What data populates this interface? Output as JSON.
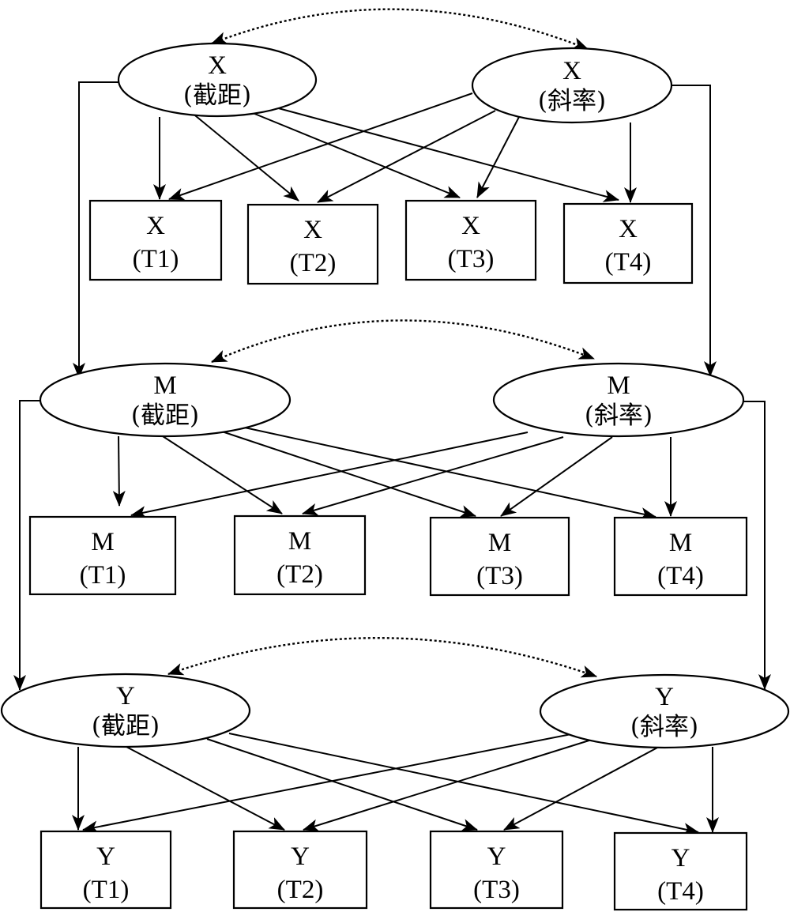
{
  "diagram": {
    "type": "latent growth mediation model (path diagram)",
    "colors": {
      "stroke": "#000000",
      "fill": "#ffffff",
      "background": "#ffffff"
    },
    "latent_factors": [
      {
        "id": "X_int",
        "variable": "X",
        "factor": "(截距)",
        "factor_meaning": "intercept"
      },
      {
        "id": "X_slope",
        "variable": "X",
        "factor": "(斜率)",
        "factor_meaning": "slope"
      },
      {
        "id": "M_int",
        "variable": "M",
        "factor": "(截距)",
        "factor_meaning": "intercept"
      },
      {
        "id": "M_slope",
        "variable": "M",
        "factor": "(斜率)",
        "factor_meaning": "slope"
      },
      {
        "id": "Y_int",
        "variable": "Y",
        "factor": "(截距)",
        "factor_meaning": "intercept"
      },
      {
        "id": "Y_slope",
        "variable": "Y",
        "factor": "(斜率)",
        "factor_meaning": "slope"
      }
    ],
    "observed": [
      {
        "id": "X_T1",
        "variable": "X",
        "time": "(T1)"
      },
      {
        "id": "X_T2",
        "variable": "X",
        "time": "(T2)"
      },
      {
        "id": "X_T3",
        "variable": "X",
        "time": "(T3)"
      },
      {
        "id": "X_T4",
        "variable": "X",
        "time": "(T4)"
      },
      {
        "id": "M_T1",
        "variable": "M",
        "time": "(T1)"
      },
      {
        "id": "M_T2",
        "variable": "M",
        "time": "(T2)"
      },
      {
        "id": "M_T3",
        "variable": "M",
        "time": "(T3)"
      },
      {
        "id": "M_T4",
        "variable": "M",
        "time": "(T4)"
      },
      {
        "id": "Y_T1",
        "variable": "Y",
        "time": "(T1)"
      },
      {
        "id": "Y_T2",
        "variable": "Y",
        "time": "(T2)"
      },
      {
        "id": "Y_T3",
        "variable": "Y",
        "time": "(T3)"
      },
      {
        "id": "Y_T4",
        "variable": "Y",
        "time": "(T4)"
      }
    ],
    "loadings": [
      {
        "from": "X_int",
        "to": [
          "X_T1",
          "X_T2",
          "X_T3",
          "X_T4"
        ]
      },
      {
        "from": "X_slope",
        "to": [
          "X_T1",
          "X_T2",
          "X_T3",
          "X_T4"
        ]
      },
      {
        "from": "M_int",
        "to": [
          "M_T1",
          "M_T2",
          "M_T3",
          "M_T4"
        ]
      },
      {
        "from": "M_slope",
        "to": [
          "M_T1",
          "M_T2",
          "M_T3",
          "M_T4"
        ]
      },
      {
        "from": "Y_int",
        "to": [
          "Y_T1",
          "Y_T2",
          "Y_T3",
          "Y_T4"
        ]
      },
      {
        "from": "Y_slope",
        "to": [
          "Y_T1",
          "Y_T2",
          "Y_T3",
          "Y_T4"
        ]
      }
    ],
    "paths": [
      {
        "from": "X_int",
        "to": "M_int"
      },
      {
        "from": "X_slope",
        "to": "M_slope"
      },
      {
        "from": "M_int",
        "to": "Y_int"
      },
      {
        "from": "M_slope",
        "to": "Y_slope"
      }
    ],
    "covariances": [
      {
        "between": [
          "X_int",
          "X_slope"
        ],
        "style": "dashed",
        "directed": "both"
      },
      {
        "between": [
          "M_int",
          "M_slope"
        ],
        "style": "dashed",
        "directed": "both"
      },
      {
        "between": [
          "Y_int",
          "Y_slope"
        ],
        "style": "dashed",
        "directed": "both"
      }
    ]
  }
}
